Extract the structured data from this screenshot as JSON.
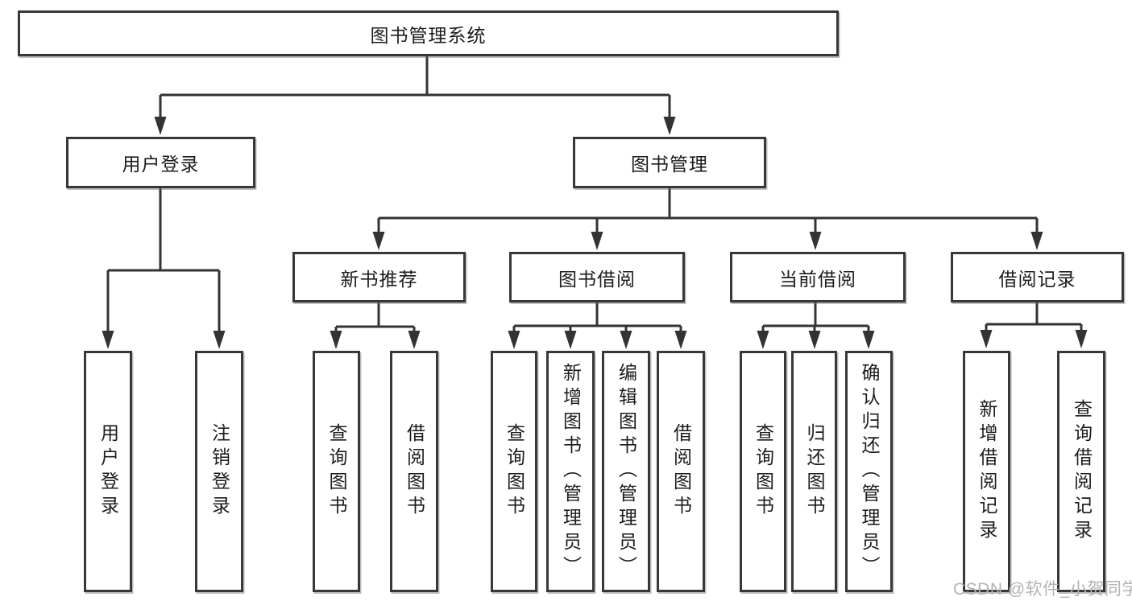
{
  "watermark": {
    "text": "CSDN @软件_小贺同学"
  },
  "colors": {
    "line": "#333333",
    "border": "#383838",
    "text": "#1c1c1c",
    "background": "#ffffff",
    "watermark": "#b3b3b3"
  },
  "tree": {
    "root": {
      "label": "图书管理系统",
      "children": [
        {
          "label": "用户登录",
          "children": [
            {
              "label": "用户登录"
            },
            {
              "label": "注销登录"
            }
          ]
        },
        {
          "label": "图书管理",
          "children": [
            {
              "label": "新书推荐",
              "children": [
                {
                  "label": "查询图书"
                },
                {
                  "label": "借阅图书"
                }
              ]
            },
            {
              "label": "图书借阅",
              "children": [
                {
                  "label": "查询图书"
                },
                {
                  "label": "新增图书（管理员）"
                },
                {
                  "label": "编辑图书（管理员）"
                },
                {
                  "label": "借阅图书"
                }
              ]
            },
            {
              "label": "当前借阅",
              "children": [
                {
                  "label": "查询图书"
                },
                {
                  "label": "归还图书"
                },
                {
                  "label": "确认归还（管理员）"
                }
              ]
            },
            {
              "label": "借阅记录",
              "children": [
                {
                  "label": "新增借阅记录"
                },
                {
                  "label": "查询借阅记录"
                }
              ]
            }
          ]
        }
      ]
    }
  }
}
